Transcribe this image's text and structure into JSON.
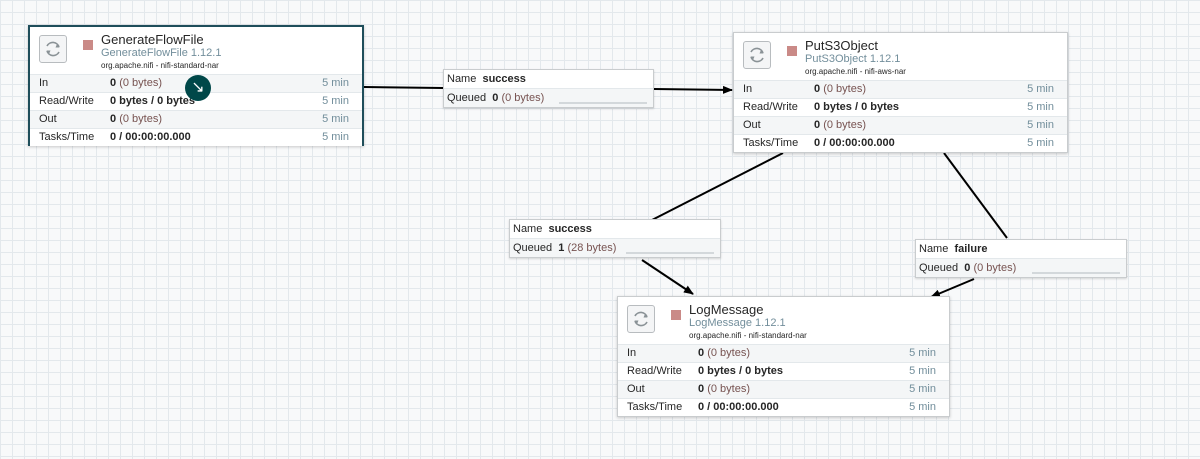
{
  "processors": [
    {
      "name": "GenerateFlowFile",
      "type": "GenerateFlowFile 1.12.1",
      "bundle": "org.apache.nifi - nifi-standard-nar",
      "in_value": "0",
      "in_size": "(0 bytes)",
      "rw_value": "0 bytes / 0 bytes",
      "out_value": "0",
      "out_size": "(0 bytes)",
      "tasks_value": "0 / 00:00:00.000",
      "time_window": "5 min"
    },
    {
      "name": "PutS3Object",
      "type": "PutS3Object 1.12.1",
      "bundle": "org.apache.nifi - nifi-aws-nar",
      "in_value": "0",
      "in_size": "(0 bytes)",
      "rw_value": "0 bytes / 0 bytes",
      "out_value": "0",
      "out_size": "(0 bytes)",
      "tasks_value": "0 / 00:00:00.000",
      "time_window": "5 min"
    },
    {
      "name": "LogMessage",
      "type": "LogMessage 1.12.1",
      "bundle": "org.apache.nifi - nifi-standard-nar",
      "in_value": "0",
      "in_size": "(0 bytes)",
      "rw_value": "0 bytes / 0 bytes",
      "out_value": "0",
      "out_size": "(0 bytes)",
      "tasks_value": "0 / 00:00:00.000",
      "time_window": "5 min"
    }
  ],
  "stat_labels": {
    "in": "In",
    "read_write": "Read/Write",
    "out": "Out",
    "tasks_time": "Tasks/Time"
  },
  "connection_labels": {
    "name": "Name",
    "queued": "Queued"
  },
  "connections": [
    {
      "relationship": "success",
      "queued_count": "0",
      "queued_size": "(0 bytes)"
    },
    {
      "relationship": "success",
      "queued_count": "1",
      "queued_size": "(28 bytes)"
    },
    {
      "relationship": "failure",
      "queued_count": "0",
      "queued_size": "(0 bytes)"
    }
  ],
  "icons": {
    "processor": "processor-icon",
    "stopped": "stopped-status-icon",
    "connect": "connect-arrow-icon"
  },
  "colors": {
    "selected_border": "#1f4e5b",
    "stopped": "#ca8a87",
    "type_text": "#728e9b",
    "connect_icon": "#004849"
  }
}
